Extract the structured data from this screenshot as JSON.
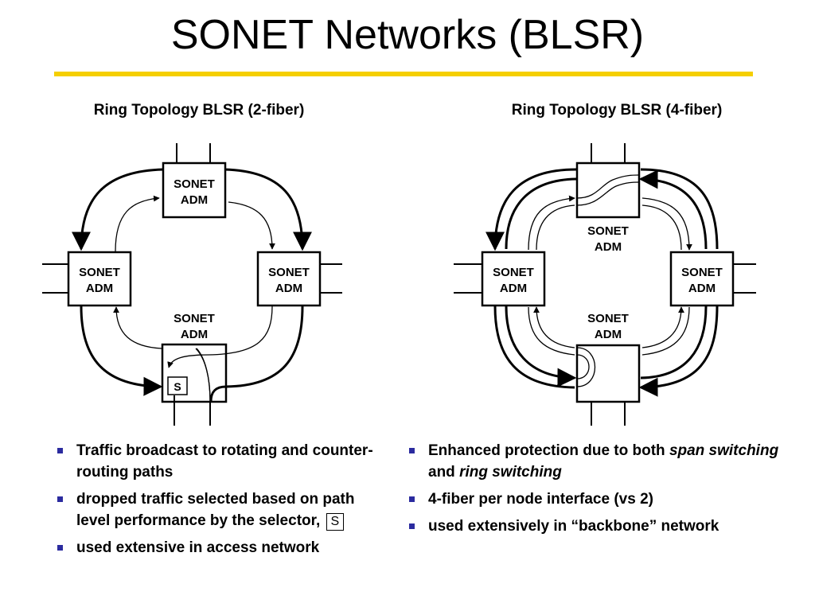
{
  "title": "SONET Networks (BLSR)",
  "left": {
    "subtitle": "Ring Topology BLSR (2-fiber)",
    "nodes": {
      "top": [
        "SONET",
        "ADM"
      ],
      "left": [
        "SONET",
        "ADM"
      ],
      "right": [
        "SONET",
        "ADM"
      ],
      "bottom": [
        "SONET",
        "ADM"
      ]
    },
    "selector_label": "S",
    "bullets": [
      {
        "text": "Traffic broadcast to rotating and counter-routing paths"
      },
      {
        "text": "dropped traffic selected based on path level performance by the selector,",
        "badge": "S"
      },
      {
        "text": "used extensive in access network"
      }
    ]
  },
  "right": {
    "subtitle": "Ring Topology BLSR (4-fiber)",
    "nodes": {
      "top": [
        "SONET",
        "ADM"
      ],
      "left": [
        "SONET",
        "ADM"
      ],
      "right": [
        "SONET",
        "ADM"
      ],
      "bottom": [
        "SONET",
        "ADM"
      ]
    },
    "bullets": [
      {
        "parts": [
          {
            "text": "Enhanced protection due to both ",
            "italic": false
          },
          {
            "text": "span switching",
            "italic": true
          },
          {
            "text": " and ",
            "italic": false
          },
          {
            "text": "ring switching",
            "italic": true
          }
        ]
      },
      {
        "text": "4-fiber per node interface (vs 2)"
      },
      {
        "text": "used extensively in “backbone” network"
      }
    ]
  },
  "colors": {
    "rule": "#f5cf00",
    "bullet": "#2b2b9f"
  }
}
